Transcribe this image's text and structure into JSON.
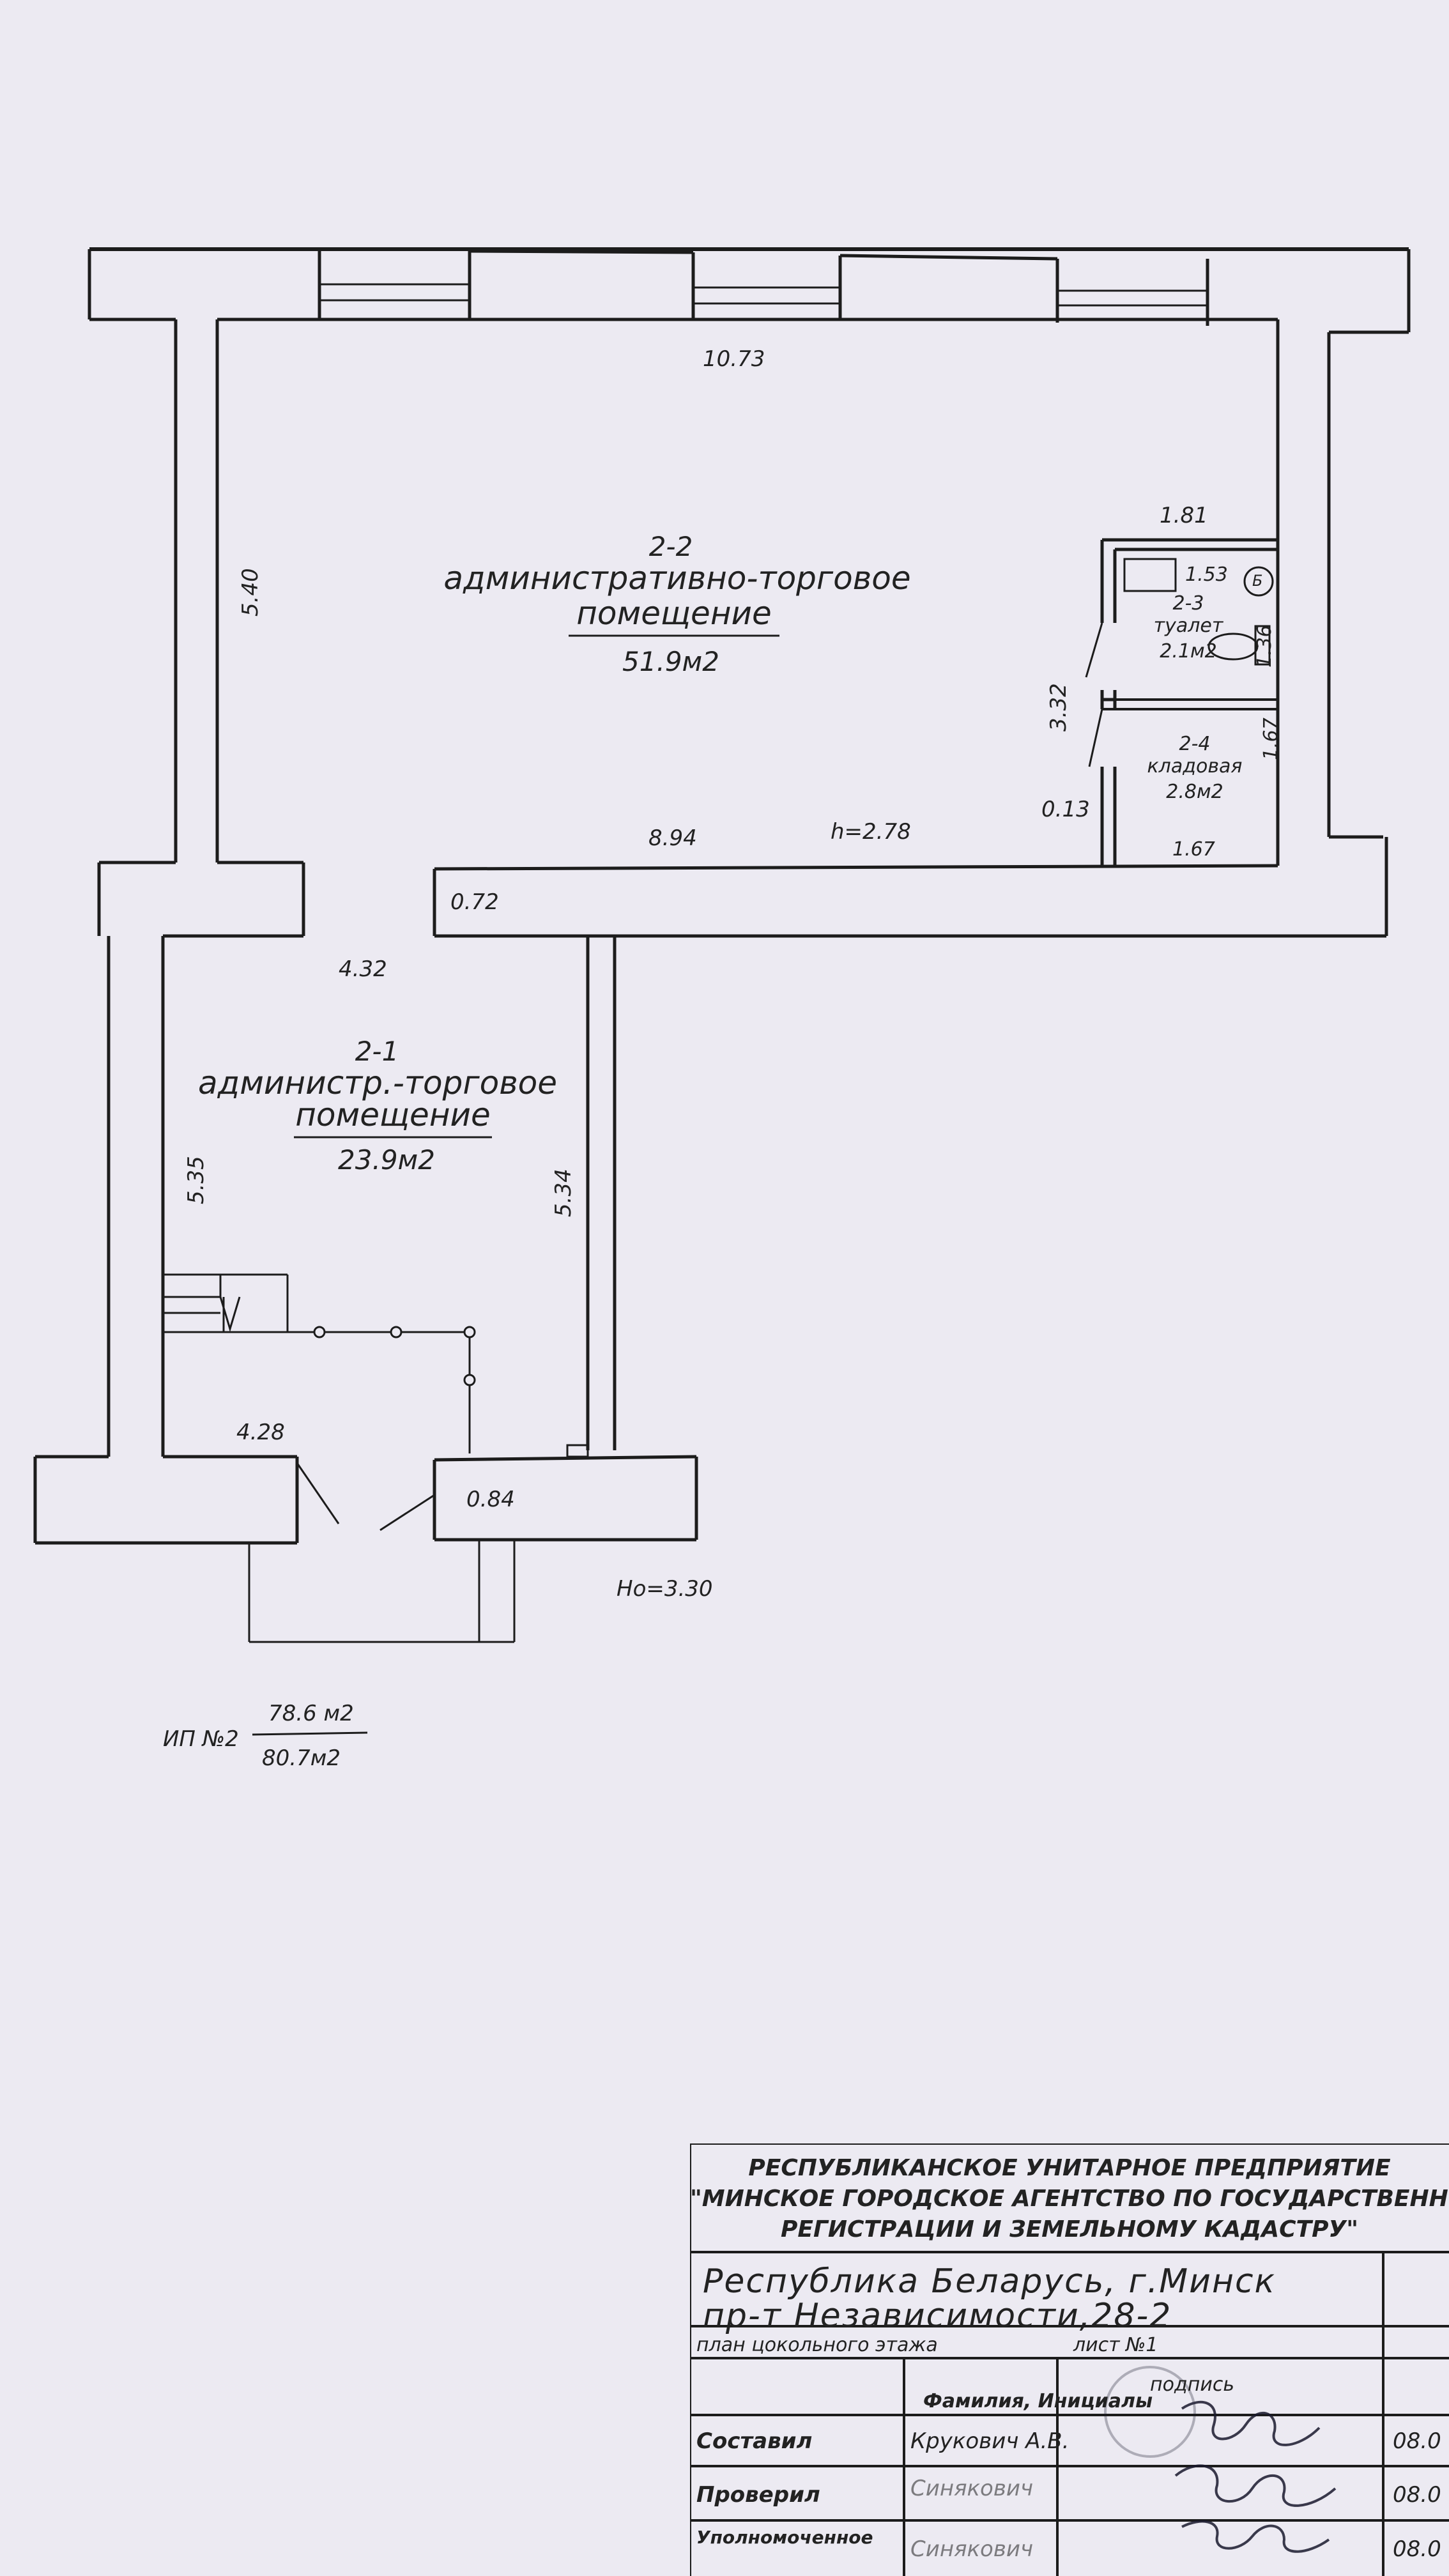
{
  "plan": {
    "rooms": [
      {
        "id": "2-2",
        "name": "административно-торговое",
        "name2": "помещение",
        "area": "51.9м2"
      },
      {
        "id": "2-1",
        "name": "администр.-торговое",
        "name2": "помещение",
        "area": "23.9м2"
      },
      {
        "id": "2-3",
        "name": "туалет",
        "area": "2.1м2"
      },
      {
        "id": "2-4",
        "name": "кладовая",
        "area": "2.8м2"
      }
    ],
    "dims": {
      "top_width": "10.73",
      "left_2_2": "5.40",
      "wc_width": "1.81",
      "wc_inner": "1.53",
      "wc_depth": "1.36",
      "wc_block": "3.32",
      "storage_depth": "1.67",
      "storage_width": "1.67",
      "step": "0.13",
      "bottom_2_2": "8.94",
      "height": "h=2.78",
      "wall_072": "0.72",
      "width_2_1": "4.32",
      "left_2_1": "5.35",
      "right_2_1": "5.34",
      "bottom_2_1": "4.28",
      "door_084": "0.84",
      "total_height": "Ho=3.30"
    },
    "marker_b": "Б",
    "ip_label": "ИП №2",
    "ip_area_top": "78.6 м2",
    "ip_area_bottom": "80.7м2"
  },
  "stamp": {
    "org_line1": "РЕСПУБЛИКАНСКОЕ УНИТАРНОЕ ПРЕДПРИЯТИЕ",
    "org_line2": "\"МИНСКОЕ ГОРОДСКОЕ АГЕНТСТВО ПО ГОСУДАРСТВЕННО",
    "org_line3": "РЕГИСТРАЦИИ И ЗЕМЕЛЬНОМУ КАДАСТРУ\"",
    "address_line1": "Республика Беларусь,  г.Минск",
    "address_line2": "пр-т Независимости,28-2",
    "plan_label": "план  цокольного  этажа",
    "sheet_label": "лист  №1",
    "col_name": "Фамилия, Инициалы",
    "col_sign": "подпись",
    "rows": [
      {
        "role": "Составил",
        "name": "Крукович А.В.",
        "date": "08.0"
      },
      {
        "role": "Проверил",
        "name": "Синякович",
        "date": "08.0"
      },
      {
        "role": "Уполномоченное",
        "name": "Синякович",
        "date": "08.0"
      }
    ]
  }
}
